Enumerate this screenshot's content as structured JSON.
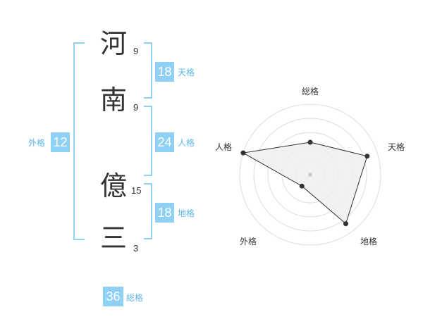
{
  "name": {
    "chars": [
      "河",
      "南",
      "億",
      "三"
    ],
    "strokes": [
      "9",
      "9",
      "15",
      "3"
    ]
  },
  "fortune": {
    "tenkaku": {
      "value": "18",
      "label": "天格"
    },
    "jinkaku": {
      "value": "24",
      "label": "人格"
    },
    "chikaku": {
      "value": "18",
      "label": "地格"
    },
    "gaikaku": {
      "value": "12",
      "label": "外格"
    },
    "soukaku": {
      "value": "36",
      "label": "総格"
    }
  },
  "radar": {
    "axes": [
      "総格",
      "天格",
      "地格",
      "外格",
      "人格"
    ],
    "ring_count": 5,
    "values": [
      0.46,
      0.85,
      0.86,
      0.2,
      1.0
    ],
    "colors": {
      "ring": "#dddddd",
      "fill": "#eeeeee",
      "line": "#333333",
      "point": "#333333",
      "center": "#cccccc"
    }
  },
  "colors": {
    "accent": "#8fd0f5",
    "accent_text": "#5fb8e8",
    "text": "#333333"
  }
}
